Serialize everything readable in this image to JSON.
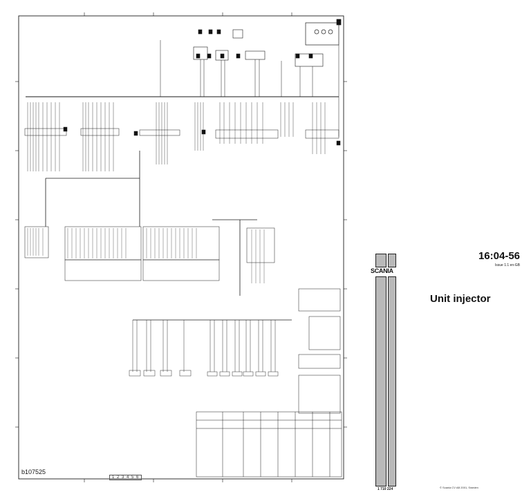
{
  "sheet": {
    "reference_code": "b107525",
    "frame_code": "1 2 3 4 5 6"
  },
  "cover": {
    "logo_text": "SCANIA",
    "document_number": "16:04-56",
    "issue": "Issue 1.1 en-GB",
    "title": "Unit injector",
    "part_number": "1 710 224",
    "copyright": "© Scania CV AB 2001, Sweden"
  },
  "colors": {
    "line": "#1a1a1a",
    "bar_fill": "#b9b9b9",
    "background": "#ffffff"
  }
}
